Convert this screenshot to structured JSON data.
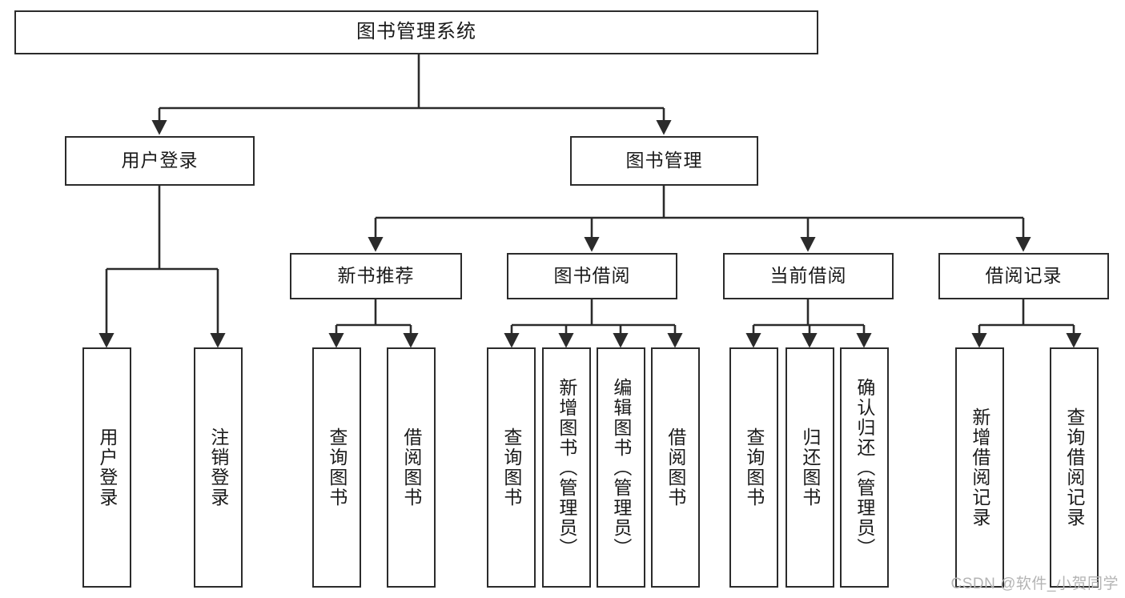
{
  "diagram": {
    "title": "图书管理系统",
    "watermark": "CSDN @软件_小贺同学",
    "style": {
      "box_border_color": "#2b2b2b",
      "box_fill": "#ffffff",
      "connector_color": "#2b2b2b",
      "text_color": "#1a1a1a",
      "watermark_color": "#b4b4b4",
      "background": "#ffffff"
    },
    "nodes": {
      "root": {
        "label": "图书管理系统"
      },
      "level2": [
        {
          "id": "user-login",
          "label": "用户登录"
        },
        {
          "id": "book-manage",
          "label": "图书管理"
        }
      ],
      "level3": [
        {
          "id": "new-book-rec",
          "label": "新书推荐"
        },
        {
          "id": "book-borrow",
          "label": "图书借阅"
        },
        {
          "id": "current-borrow",
          "label": "当前借阅"
        },
        {
          "id": "borrow-record",
          "label": "借阅记录"
        }
      ],
      "leaves": {
        "user-login": [
          {
            "id": "leaf-user-login",
            "label": "用户登录"
          },
          {
            "id": "leaf-user-logout",
            "label": "注销登录"
          }
        ],
        "new-book-rec": [
          {
            "id": "leaf-query-book-1",
            "label": "查询图书"
          },
          {
            "id": "leaf-borrow-book-1",
            "label": "借阅图书"
          }
        ],
        "book-borrow": [
          {
            "id": "leaf-query-book-2",
            "label": "查询图书"
          },
          {
            "id": "leaf-add-book",
            "label": "新增图书（管理员）"
          },
          {
            "id": "leaf-edit-book",
            "label": "编辑图书（管理员）"
          },
          {
            "id": "leaf-borrow-book-2",
            "label": "借阅图书"
          }
        ],
        "current-borrow": [
          {
            "id": "leaf-query-book-3",
            "label": "查询图书"
          },
          {
            "id": "leaf-return-book",
            "label": "归还图书"
          },
          {
            "id": "leaf-confirm-return",
            "label": "确认归还（管理员）"
          }
        ],
        "borrow-record": [
          {
            "id": "leaf-add-record",
            "label": "新增借阅记录"
          },
          {
            "id": "leaf-query-record",
            "label": "查询借阅记录"
          }
        ]
      }
    }
  }
}
